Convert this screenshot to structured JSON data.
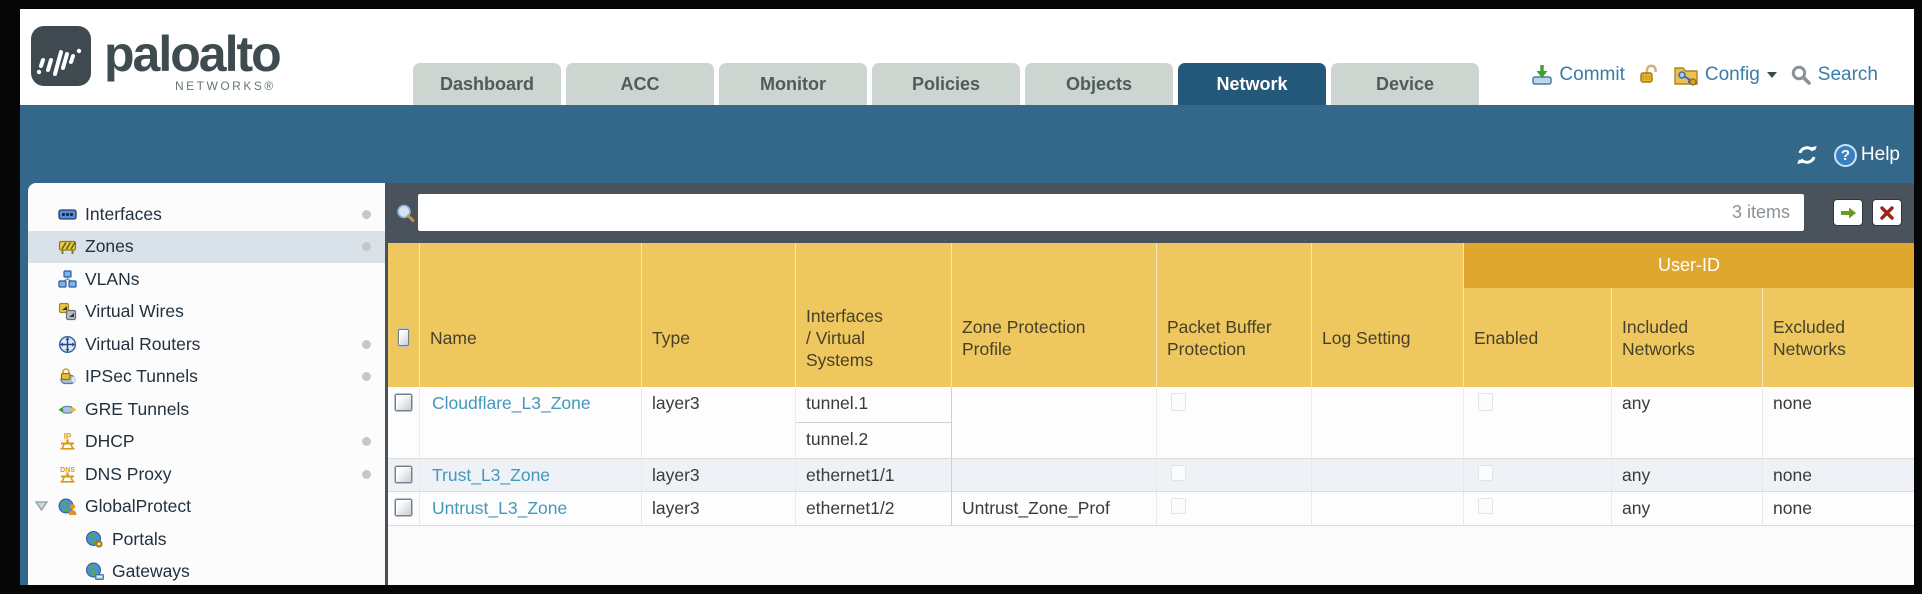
{
  "brand": {
    "name": "paloalto",
    "sub": "NETWORKS®"
  },
  "nav_tabs": {
    "items": [
      {
        "label": "Dashboard",
        "active": false
      },
      {
        "label": "ACC",
        "active": false
      },
      {
        "label": "Monitor",
        "active": false
      },
      {
        "label": "Policies",
        "active": false
      },
      {
        "label": "Objects",
        "active": false
      },
      {
        "label": "Network",
        "active": true
      },
      {
        "label": "Device",
        "active": false
      }
    ]
  },
  "top_actions": {
    "commit": "Commit",
    "config": "Config",
    "search": "Search"
  },
  "toolbar": {
    "help": "Help",
    "help_glyph": "?"
  },
  "sidebar": {
    "items": [
      {
        "label": "Interfaces",
        "icon": "interfaces-icon",
        "dot": true,
        "selected": false
      },
      {
        "label": "Zones",
        "icon": "zones-icon",
        "dot": true,
        "selected": true
      },
      {
        "label": "VLANs",
        "icon": "vlans-icon",
        "dot": false,
        "selected": false
      },
      {
        "label": "Virtual Wires",
        "icon": "virtual-wires-icon",
        "dot": false,
        "selected": false
      },
      {
        "label": "Virtual Routers",
        "icon": "virtual-routers-icon",
        "dot": true,
        "selected": false
      },
      {
        "label": "IPSec Tunnels",
        "icon": "ipsec-tunnels-icon",
        "dot": true,
        "selected": false
      },
      {
        "label": "GRE Tunnels",
        "icon": "gre-tunnels-icon",
        "dot": false,
        "selected": false
      },
      {
        "label": "DHCP",
        "icon": "dhcp-icon",
        "dot": true,
        "selected": false
      },
      {
        "label": "DNS Proxy",
        "icon": "dns-proxy-icon",
        "dot": true,
        "selected": false
      },
      {
        "label": "GlobalProtect",
        "icon": "globalprotect-icon",
        "dot": false,
        "selected": false,
        "expanded": true
      },
      {
        "label": "Portals",
        "icon": "portals-icon",
        "dot": false,
        "selected": false,
        "indent": true
      },
      {
        "label": "Gateways",
        "icon": "gateways-icon",
        "dot": false,
        "selected": false,
        "indent": true
      }
    ]
  },
  "filter": {
    "value": "",
    "count": "3 items"
  },
  "table": {
    "group_header": "User-ID",
    "columns": [
      "Name",
      "Type",
      "Interfaces / Virtual Systems",
      "Zone Protection Profile",
      "Packet Buffer Protection",
      "Log Setting",
      "Enabled",
      "Included Networks",
      "Excluded Networks"
    ],
    "rows": [
      {
        "name": "Cloudflare_L3_Zone",
        "type": "layer3",
        "interfaces": [
          "tunnel.1",
          "tunnel.2"
        ],
        "zone_protection_profile": "",
        "packet_buffer_protection": false,
        "log_setting": "",
        "user_id_enabled": false,
        "included_networks": "any",
        "excluded_networks": "none"
      },
      {
        "name": "Trust_L3_Zone",
        "type": "layer3",
        "interfaces": [
          "ethernet1/1"
        ],
        "zone_protection_profile": "",
        "packet_buffer_protection": false,
        "log_setting": "",
        "user_id_enabled": false,
        "included_networks": "any",
        "excluded_networks": "none"
      },
      {
        "name": "Untrust_L3_Zone",
        "type": "layer3",
        "interfaces": [
          "ethernet1/2"
        ],
        "zone_protection_profile": "Untrust_Zone_Prof",
        "packet_buffer_protection": false,
        "log_setting": "",
        "user_id_enabled": false,
        "included_networks": "any",
        "excluded_networks": "none"
      }
    ]
  },
  "colors": {
    "teal_band": "#34688a",
    "active_tab": "#24587a",
    "slate_bar": "#4a535b",
    "header_orange": "#eec75f",
    "group_orange": "#dfa72e",
    "link_blue": "#4398bc",
    "selected_row": "#d9e2e8"
  }
}
